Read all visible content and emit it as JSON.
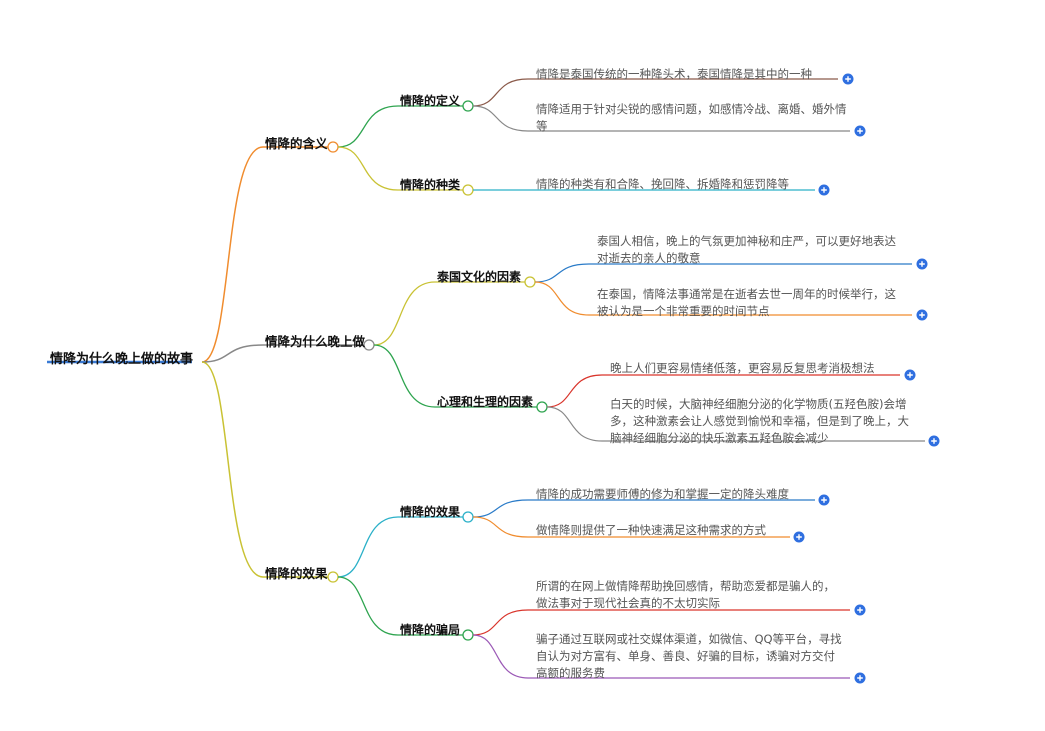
{
  "root": {
    "label": "情降为什么晚上做的故事",
    "color": "#3a7bd5"
  },
  "branches": [
    {
      "label": "情降的含义",
      "color": "#f08c2e",
      "children": [
        {
          "label": "情降的定义",
          "color": "#2ea44f",
          "leaves": [
            {
              "text": "情降是泰国传统的一种降头术，泰国情降是其中的一种",
              "color": "#8b5a4a"
            },
            {
              "text": "情降适用于针对尖锐的感情问题，如感情冷战、离婚、婚外情等",
              "color": "#888888"
            }
          ]
        },
        {
          "label": "情降的种类",
          "color": "#c9c234",
          "leaves": [
            {
              "text": "情降的种类有和合降、挽回降、拆婚降和惩罚降等",
              "color": "#2ab0c8"
            }
          ]
        }
      ]
    },
    {
      "label": "情降为什么晚上做",
      "color": "#888888",
      "children": [
        {
          "label": "泰国文化的因素",
          "color": "#c9c234",
          "leaves": [
            {
              "text": "泰国人相信，晚上的气氛更加神秘和庄严，可以更好地表达对逝去的亲人的敬意",
              "color": "#2a7bc8"
            },
            {
              "text": "在泰国，情降法事通常是在逝者去世一周年的时候举行，这被认为是一个非常重要的时间节点",
              "color": "#f08c2e"
            }
          ]
        },
        {
          "label": "心理和生理的因素",
          "color": "#2ea44f",
          "leaves": [
            {
              "text": "晚上人们更容易情绪低落，更容易反复思考消极想法",
              "color": "#d9342b"
            },
            {
              "text": "白天的时候，大脑神经细胞分泌的化学物质(五羟色胺)会增多，这种激素会让人感觉到愉悦和幸福，但是到了晚上，大脑神经细胞分泌的快乐激素五羟色胺会减少",
              "color": "#888888"
            }
          ]
        }
      ]
    },
    {
      "label": "情降的效果",
      "color": "#c9c234",
      "children": [
        {
          "label": "情降的效果",
          "color": "#2ab0c8",
          "leaves": [
            {
              "text": "情降的成功需要师傅的修为和掌握一定的降头难度",
              "color": "#2a7bc8"
            },
            {
              "text": "做情降则提供了一种快速满足这种需求的方式",
              "color": "#f08c2e"
            }
          ]
        },
        {
          "label": "情降的骗局",
          "color": "#2ea44f",
          "leaves": [
            {
              "text": "所谓的在网上做情降帮助挽回感情，帮助恋爱都是骗人的，做法事对于现代社会真的不太切实际",
              "color": "#d9342b"
            },
            {
              "text": "骗子通过互联网或社交媒体渠道，如微信、QQ等平台，寻找自认为对方富有、单身、善良、好骗的目标，诱骗对方交付高额的服务费",
              "color": "#9b59b6"
            }
          ]
        }
      ]
    }
  ],
  "expand_color": "#2f6fe0"
}
